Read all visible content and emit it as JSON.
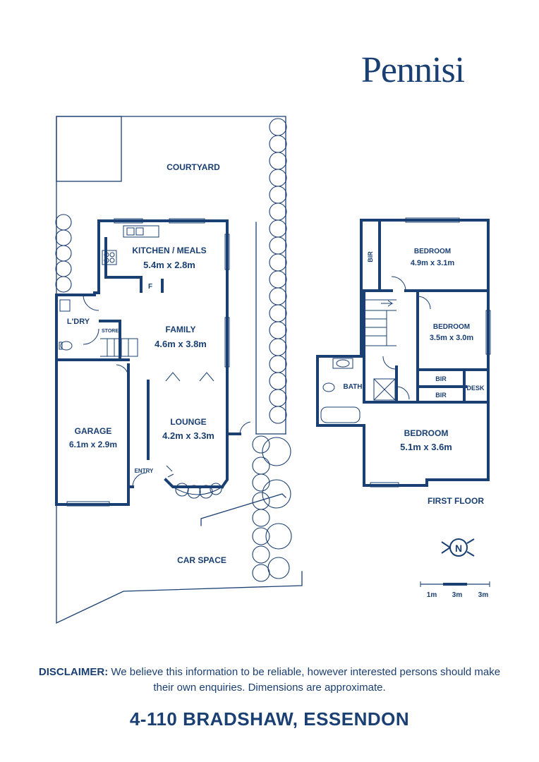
{
  "brand": {
    "name": "Pennisi"
  },
  "ground_floor": {
    "rooms": {
      "courtyard": "COURTYARD",
      "kitchen_name": "KITCHEN / MEALS",
      "kitchen_size": "5.4m x 2.8m",
      "fridge": "F",
      "laundry": "L'DRY",
      "store": "STORE",
      "family_name": "FAMILY",
      "family_size": "4.6m x 3.8m",
      "garage_name": "GARAGE",
      "garage_size": "6.1m x 2.9m",
      "lounge_name": "LOUNGE",
      "lounge_size": "4.2m x 3.3m",
      "entry": "ENTRY",
      "car_space": "CAR SPACE"
    }
  },
  "first_floor": {
    "title": "FIRST FLOOR",
    "rooms": {
      "bir_top": "BIR",
      "bed1_name": "BEDROOM",
      "bed1_size": "4.9m x 3.1m",
      "bed2_name": "BEDROOM",
      "bed2_size": "3.5m x 3.0m",
      "bir_a": "BIR",
      "bir_b": "BIR",
      "desk": "DESK",
      "bath": "BATH",
      "bed3_name": "BEDROOM",
      "bed3_size": "5.1m x 3.6m"
    }
  },
  "compass": {
    "letter": "N"
  },
  "scale": {
    "labels": [
      "1m",
      "3m",
      "3m"
    ]
  },
  "disclaimer": {
    "lead": "DISCLAIMER:",
    "text": " We believe this information to be reliable, however interested persons should make their own enquiries. Dimensions are approximate."
  },
  "address": "4-110 BRADSHAW, ESSENDON"
}
